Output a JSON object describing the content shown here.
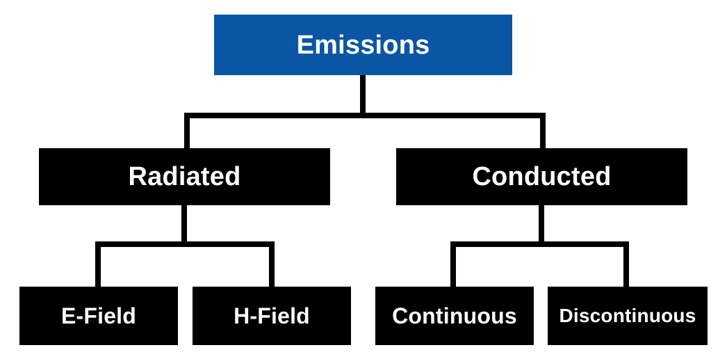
{
  "diagram": {
    "type": "hierarchy-tree",
    "title": "Emissions",
    "colors": {
      "root_fill": "#0b56a4",
      "node_fill": "#000000",
      "node_text": "#ffffff",
      "connector": "#000000",
      "background": "#ffffff"
    },
    "nodes": {
      "root": {
        "label": "Emissions",
        "level": 1
      },
      "radiated": {
        "label": "Radiated",
        "level": 2
      },
      "conducted": {
        "label": "Conducted",
        "level": 2
      },
      "e_field": {
        "label": "E-Field",
        "level": 3
      },
      "h_field": {
        "label": "H-Field",
        "level": 3
      },
      "continuous": {
        "label": "Continuous",
        "level": 3
      },
      "discontinuous": {
        "label": "Discontinuous",
        "level": 3
      }
    },
    "edges": [
      {
        "from": "root",
        "to": "radiated"
      },
      {
        "from": "root",
        "to": "conducted"
      },
      {
        "from": "radiated",
        "to": "e_field"
      },
      {
        "from": "radiated",
        "to": "h_field"
      },
      {
        "from": "conducted",
        "to": "continuous"
      },
      {
        "from": "conducted",
        "to": "discontinuous"
      }
    ]
  }
}
